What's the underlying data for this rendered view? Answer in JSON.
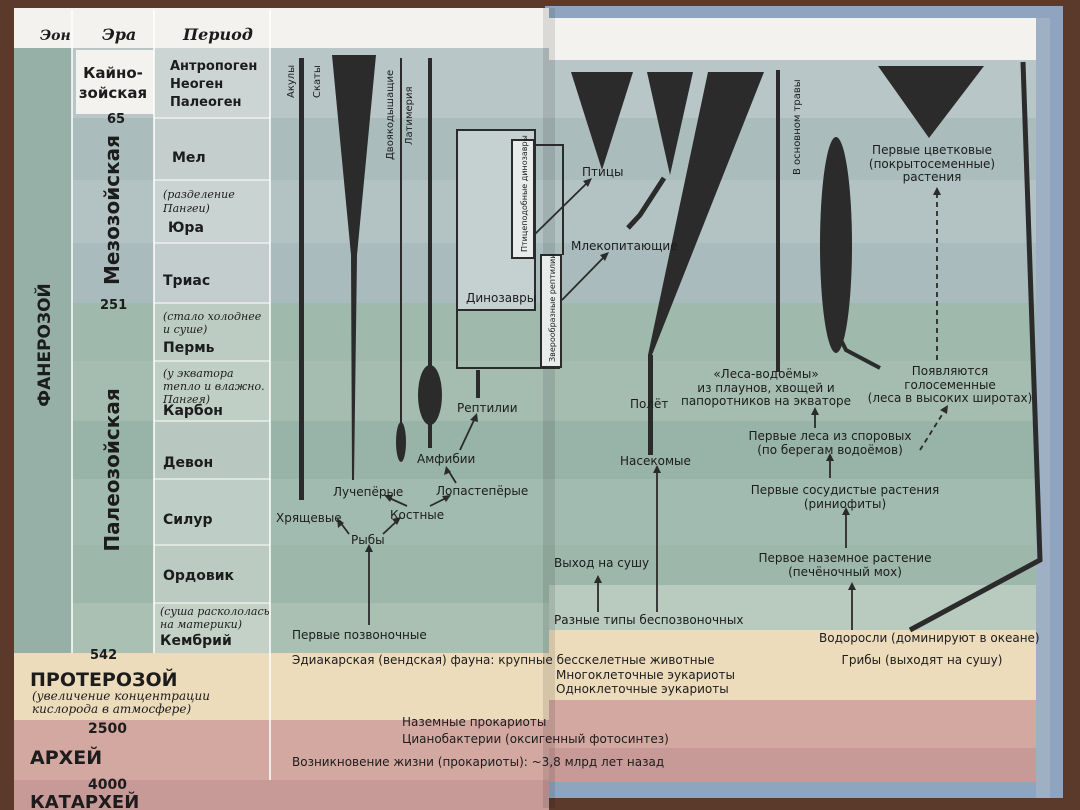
{
  "header": {
    "eon": "Эон",
    "era": "Эра",
    "period": "Период"
  },
  "eons": {
    "phanerozoic": "ФАНЕРОЗОЙ",
    "proterozoic": "ПРОТЕРОЗОЙ",
    "proterozoic_note_1": "(увеличение концентрации",
    "proterozoic_note_2": "кислорода в атмосфере)",
    "archean": "АРХЕЙ",
    "katarchean": "КАТАРХЕЙ"
  },
  "eras": {
    "cenozoic_1": "Кайно-",
    "cenozoic_2": "зойская",
    "mesozoic": "Мезозойская",
    "paleozoic": "Палеозойская"
  },
  "boundaries": {
    "b65": "65",
    "b251": "251",
    "b542": "542",
    "b2500": "2500",
    "b4000": "4000"
  },
  "periods": {
    "anthropogene": "Антропоген",
    "neogene": "Неоген",
    "paleogene": "Палеоген",
    "cretaceous": "Мел",
    "jurassic_note_1": "(разделение",
    "jurassic_note_2": "Пангеи)",
    "jurassic": "Юра",
    "triassic": "Триас",
    "permian_note_1": "(стало холоднее",
    "permian_note_2": "и суше)",
    "permian": "Пермь",
    "carboniferous_note_1": "(у экватора",
    "carboniferous_note_2": "тепло и влажно.",
    "carboniferous_note_3": "Пангея)",
    "carboniferous": "Карбон",
    "devonian": "Девон",
    "silurian": "Силур",
    "ordovician": "Ордовик",
    "cambrian_note_1": "(суша раскололась",
    "cambrian_note_2": "на материки)",
    "cambrian": "Кембрий"
  },
  "animals": {
    "sharks": "Акулы",
    "rays": "Скаты",
    "lungfish": "Двоякодышащие",
    "coelacanth": "Латимерия",
    "bird_dinos": "Птицеподобные динозавры",
    "mammal_reptiles": "Зверообразные рептилии",
    "dinosaurs": "Динозавры",
    "birds": "Птицы",
    "mammals": "Млекопитающие",
    "reptiles": "Рептилии",
    "amphibians": "Амфибии",
    "rayfinned": "Лучепёрые",
    "lobefinned": "Лопастепёрые",
    "bony": "Костные",
    "chordates": "Хрящевые",
    "fish": "Рыбы",
    "first_vertebrates": "Первые позвоночные",
    "ediacaran": "Эдиакарская (вендская) фауна: крупные бесскелетные животные"
  },
  "plants": {
    "grasses": "В основном травы",
    "flowering_1": "Первые цветковые",
    "flowering_2": "(покрытосеменные)",
    "flowering_3": "растения",
    "flight": "Полёт",
    "insects": "Насекомые",
    "swamp_1": "«Леса-водоёмы»",
    "swamp_2": "из плаунов, хвощей и",
    "swamp_3": "папоротников на экваторе",
    "gymno_1": "Появляются",
    "gymno_2": "голосеменные",
    "gymno_3": "(леса в высоких широтах)",
    "spore_1": "Первые леса из споровых",
    "spore_2": "(по берегам водоёмов)",
    "vascular_1": "Первые сосудистые растения",
    "vascular_2": "(риниофиты)",
    "land_1": "Первое наземное растение",
    "land_2": "(печёночный мох)",
    "to_land": "Выход на сушу",
    "invertebrates": "Разные типы беспозвоночных",
    "algae": "Водоросли (доминируют в океане)"
  },
  "precambrian": {
    "fungi": "Грибы (выходят на сушу)",
    "multicell": "Многоклеточные эукариоты",
    "unicell": "Одноклеточные эукариоты",
    "land_prok": "Наземные прокариоты",
    "cyano": "Цианобактерии (оксигенный фотосинтез)",
    "origin": "Возникновение жизни (прокариоты): ~3,8 млрд  лет назад"
  },
  "colors": {
    "wood": "#5b3a2c",
    "paper": "#f3f2ee",
    "cenozoic": "#b8c6c7",
    "mesozoic_light": "#cdd7d6",
    "mesozoic": "#a9bbbc",
    "paleozoic": "#98b3a8",
    "eon_col": "#97b0a7",
    "proterozoic": "#ecdcbc",
    "archean": "#d3a8a1",
    "katarchean": "#c79a98",
    "ink": "#2b2b2b",
    "cover_blue": "#8fa5bf"
  }
}
